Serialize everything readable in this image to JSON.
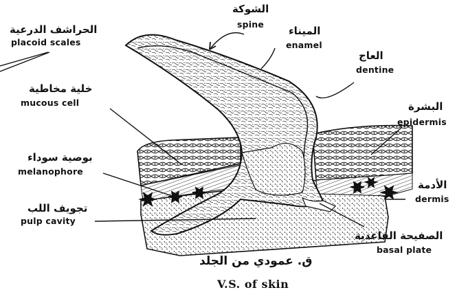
{
  "labels": {
    "placoid_scales": {
      "ar": "الحراشف الدرعية",
      "en": "placoid scales"
    },
    "spine": {
      "ar": "الشوكة",
      "en": "spine"
    },
    "enamel": {
      "ar": "الميناء",
      "en": "enamel"
    },
    "dentine": {
      "ar": "العاج",
      "en": "dentine"
    },
    "mucous_cell": {
      "ar": "خلية مخاطية",
      "en": "mucous cell"
    },
    "epidermis": {
      "ar": "البشرة",
      "en": "epidermis"
    },
    "melanophore": {
      "ar": "بوصية سوداء",
      "en": "melanophore"
    },
    "dermis": {
      "ar": "الأدمة",
      "en": "dermis"
    },
    "pulp_cavity": {
      "ar": "تجويف اللب",
      "en": "pulp cavity"
    },
    "basal_plate": {
      "ar": "الصفيحة القاعدية",
      "en": "basal plate"
    }
  },
  "caption": {
    "ar": "ق. عمودي من الجلد",
    "en": "V.S. of skin"
  },
  "colors": {
    "ink": "#111111",
    "paper": "#ffffff"
  }
}
